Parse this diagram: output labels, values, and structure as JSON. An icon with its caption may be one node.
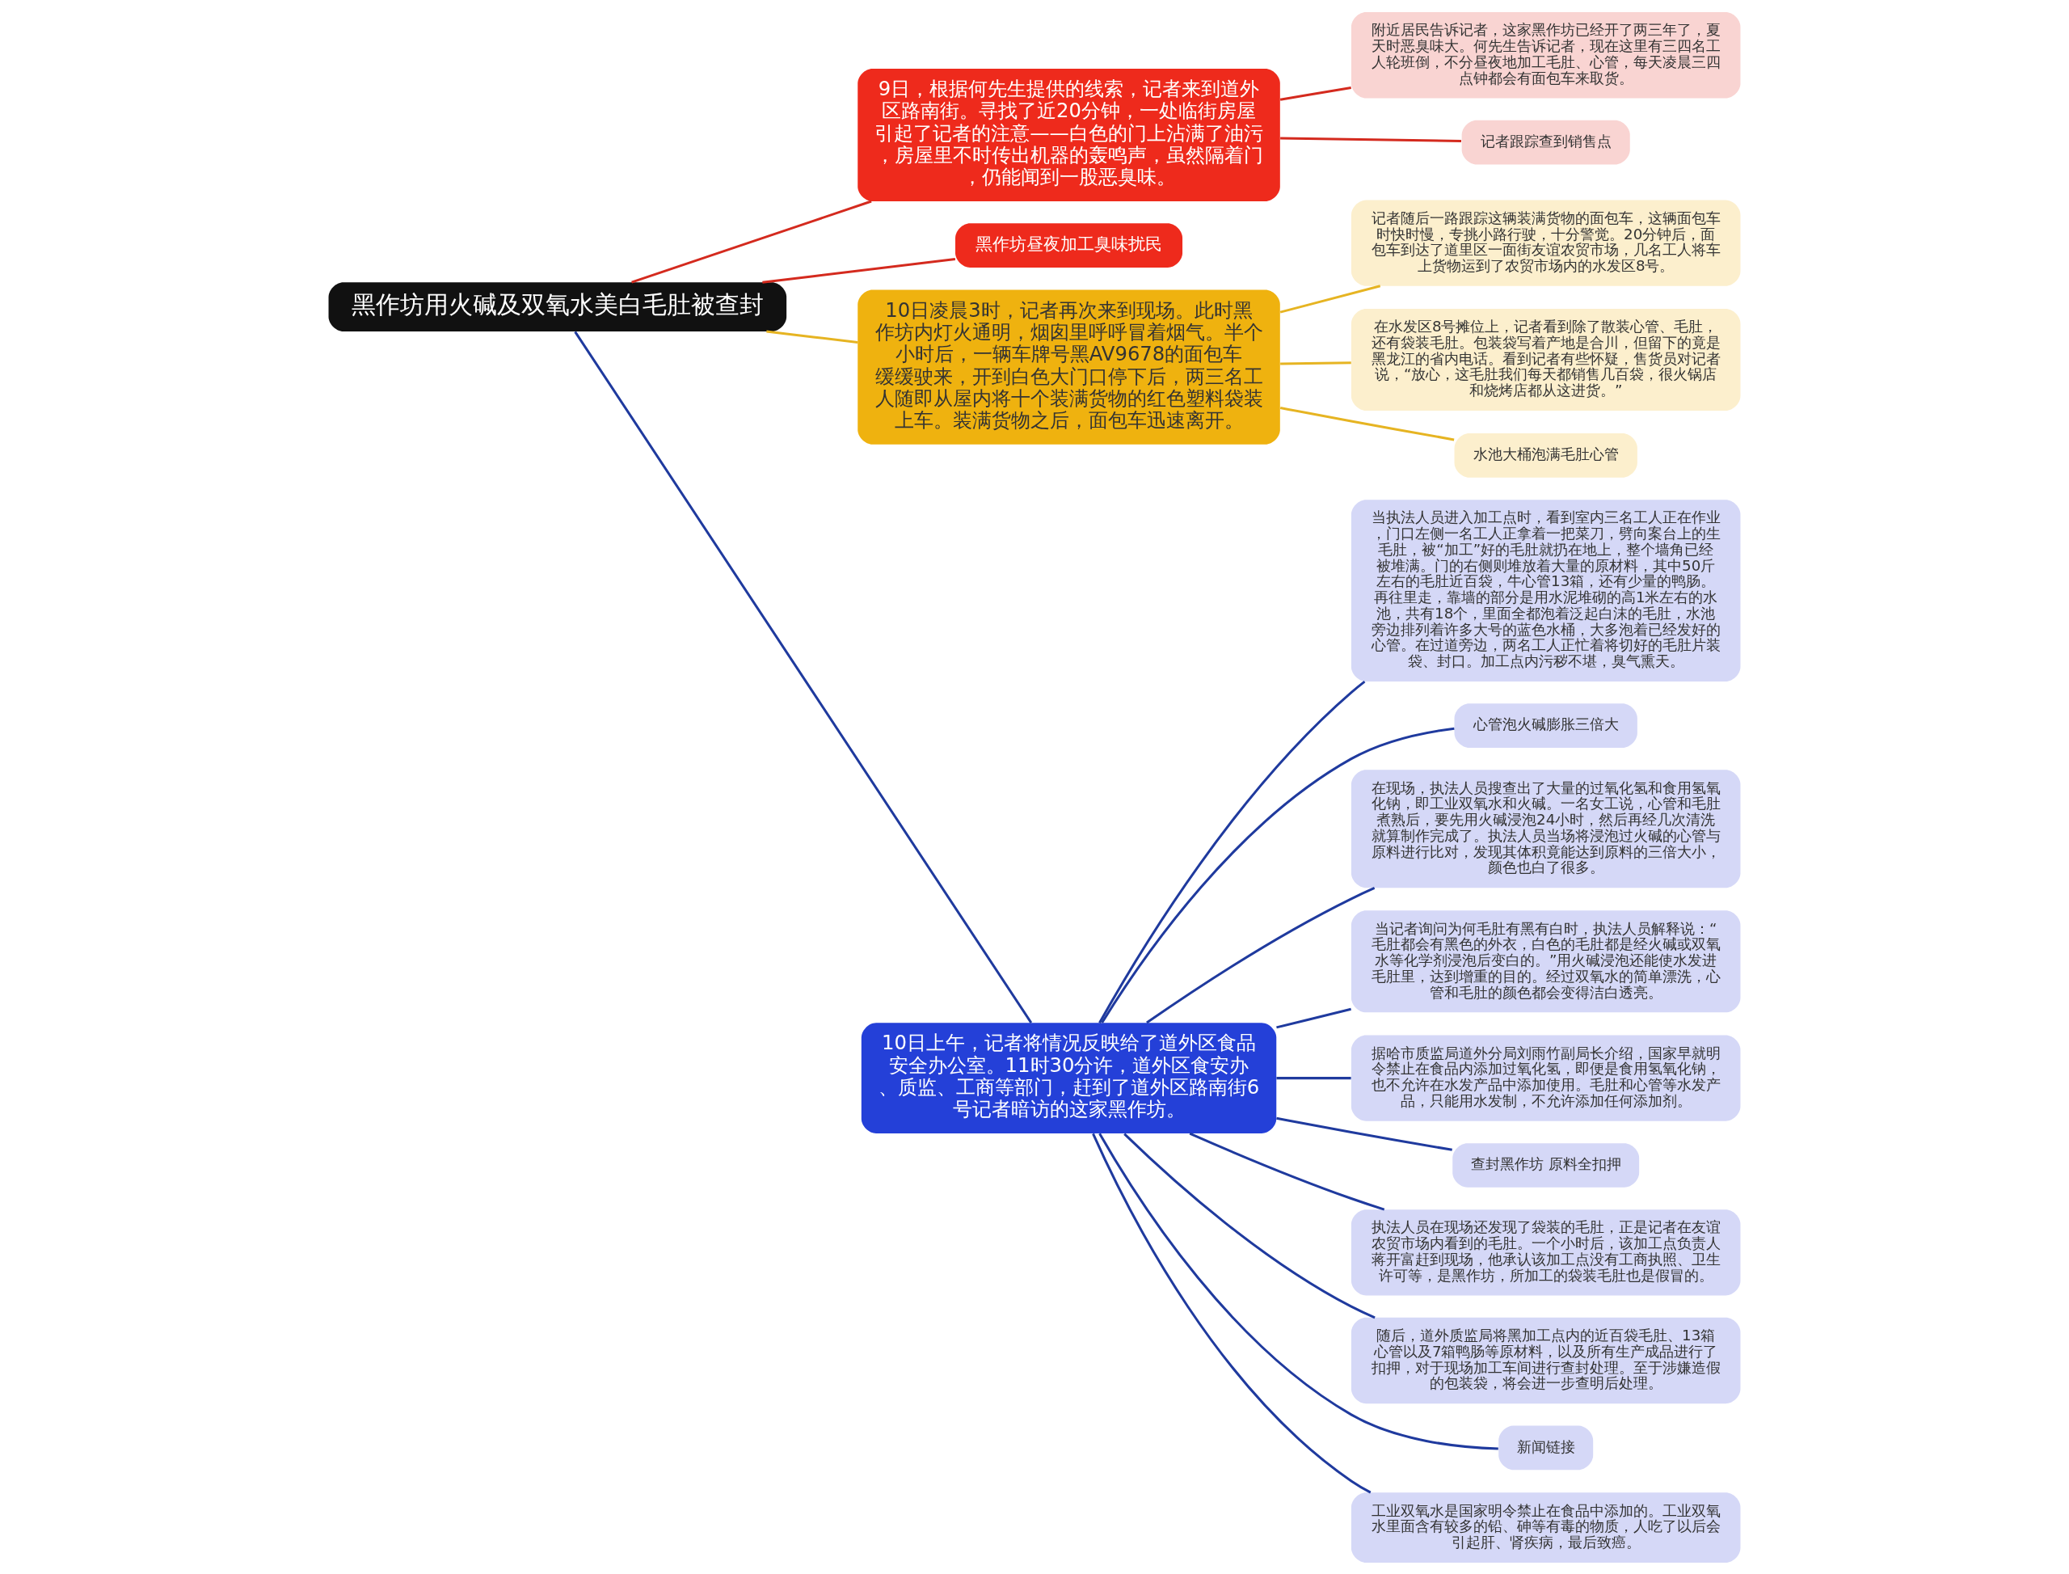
{
  "diagram": {
    "nodes": [
      {
        "text": [
          "黑作坊用火碱及双氧水美白毛肚被查封"
        ]
      },
      {
        "text": [
          "9日，根据何先生提供的线索，记者来到道外区路南街。寻找了近20分钟，一处临街房屋引起了记者的注意——白色的门上沾满了油污，房屋里不时传出机器的轰鸣声，虽然隔着门，仍能闻到一股恶臭味。"
        ]
      },
      {
        "text": [
          "附近居民告诉记者，这家黑作坊已经开了两三年了，夏天时恶臭味大。何先生告诉记者，现在这里有三四名工人轮班倒，不分昼夜地加工毛肚、心管，每天凌晨三四点钟都会有面包车来取货。"
        ]
      },
      {
        "text": [
          "记者跟踪查到销售点"
        ]
      },
      {
        "text": [
          "黑作坊昼夜加工臭味扰民"
        ]
      },
      {
        "text": [
          "10日凌晨3时，记者再次来到现场。此时黑作坊内灯火通明，烟囱里呼呼冒着烟气。半个小时后，一辆车牌号黑AV9678的面包车缓缓驶来，开到白色大门口停下后，两三名工人随即从屋内将十个装满货物的红色塑料袋装上车。装满货物之后，面包车迅速离开。"
        ]
      },
      {
        "text": [
          "记者随后一路跟踪这辆装满货物的面包车，这辆面包车时快时慢，专挑小路行驶，十分警觉。20分钟后，面包车到达了道里区一面街友谊农贸市场，几名工人将车上货物运到了农贸市场内的水发区8号。"
        ]
      },
      {
        "text": [
          "在水发区8号摊位上，记者看到除了散装心管、毛肚，还有袋装毛肚。包装袋写着产地是合川，但留下的竟是黑龙江的省内电话。看到记者有些怀疑，售货员对记者说，“放心，这毛肚我们每天都销售几百袋，很火锅店和烧烤店都从这进货。”"
        ]
      },
      {
        "text": [
          "水池大桶泡满毛肚心管"
        ]
      },
      {
        "text": [
          "10日上午，记者将情况反映给了道外区食品安全办公室。11时30分许，道外区食安办、质监、工商等部门，赶到了道外区路南街6号记者暗访的这家黑作坊。"
        ]
      },
      {
        "text": [
          "当执法人员进入加工点时，看到室内三名工人正在作业，门口左侧一名工人正拿着一把菜刀，劈向案台上的生毛肚，被“加工”好的毛肚就扔在地上，整个墙角已经被堆满。门的右侧则堆放着大量的原材料，其中50斤左右的毛肚近百袋，牛心管13箱，还有少量的鸭肠。再往里走，靠墙的部分是用水泥堆砌的高1米左右的水池，共有18个，里面全都泡着泛起白沫的毛肚，水池旁边排列着许多大号的蓝色水桶，大多泡着已经发好的心管。在过道旁边，两名工人正忙着将切好的毛肚片装袋、封口。加工点内污秽不堪，臭气熏天。"
        ]
      },
      {
        "text": [
          "心管泡火碱膨胀三倍大"
        ]
      },
      {
        "text": [
          "在现场，执法人员搜查出了大量的过氧化氢和食用氢氧化钠，即工业双氧水和火碱。一名女工说，心管和毛肚煮熟后，要先用火碱浸泡24小时，然后再经几次清洗就算制作完成了。执法人员当场将浸泡过火碱的心管与原料进行比对，发现其体积竟能达到原料的三倍大小，颜色也白了很多。"
        ]
      },
      {
        "text": [
          "当记者询问为何毛肚有黑有白时，执法人员解释说：“毛肚都会有黑色的外衣，白色的毛肚都是经火碱或双氧水等化学剂浸泡后变白的。”用火碱浸泡还能使水发进毛肚里，达到增重的目的。经过双氧水的简单漂洗，心管和毛肚的颜色都会变得洁白透亮。"
        ]
      },
      {
        "text": [
          "据哈市质监局道外分局刘雨竹副局长介绍，国家早就明令禁止在食品内添加过氧化氢，即便是食用氢氧化钠，也不允许在水发产品中添加使用。毛肚和心管等水发产品，只能用水发制，不允许添加任何添加剂。"
        ]
      },
      {
        "text": [
          "查封黑作坊 原料全扣押"
        ]
      },
      {
        "text": [
          "执法人员在现场还发现了袋装的毛肚，正是记者在友谊农贸市场内看到的毛肚。一个小时后，该加工点负责人蒋开富赶到现场，他承认该加工点没有工商执照、卫生许可等，是黑作坊，所加工的袋装毛肚也是假冒的。"
        ]
      },
      {
        "text": [
          "随后，道外质监局将黑加工点内的近百袋毛肚、13箱心管以及7箱鸭肠等原材料，以及所有生产成品进行了扣押，对于现场加工车间进行查封处理。至于涉嫌造假的包装袋，将会进一步查明后处理。"
        ]
      },
      {
        "text": [
          "新闻链接"
        ]
      },
      {
        "text": [
          "工业双氧水是国家明令禁止在食品中添加的。工业双氧水里面含有较多的铅、砷等有毒的物质，人吃了以后会引起肝、肾疾病，最后致癌。"
        ]
      }
    ],
    "edges": [
      {
        "from": 0,
        "to": 1,
        "arrow": "none",
        "color": "#d42a1e"
      },
      {
        "from": 1,
        "to": 2,
        "arrow": "none",
        "color": "#d42a1e"
      },
      {
        "from": 1,
        "to": 3,
        "arrow": "none",
        "color": "#d42a1e"
      },
      {
        "from": 0,
        "to": 4,
        "arrow": "none",
        "color": "#d42a1e"
      },
      {
        "from": 0,
        "to": 5,
        "arrow": "none",
        "color": "#e6b422"
      },
      {
        "from": 5,
        "to": 6,
        "arrow": "none",
        "color": "#e6b422"
      },
      {
        "from": 5,
        "to": 7,
        "arrow": "none",
        "color": "#e6b422"
      },
      {
        "from": 5,
        "to": 8,
        "arrow": "none",
        "color": "#e6b422"
      },
      {
        "from": 0,
        "to": 9,
        "arrow": "none"
      },
      {
        "from": 9,
        "to": 10,
        "arrow": "none"
      },
      {
        "from": 9,
        "to": 11,
        "arrow": "none"
      },
      {
        "from": 9,
        "to": 12,
        "arrow": "none"
      },
      {
        "from": 9,
        "to": 13,
        "arrow": "none"
      },
      {
        "from": 9,
        "to": 14,
        "arrow": "none"
      },
      {
        "from": 9,
        "to": 15,
        "arrow": "none"
      },
      {
        "from": 9,
        "to": 16,
        "arrow": "none"
      },
      {
        "from": 9,
        "to": 17,
        "arrow": "none"
      },
      {
        "from": 9,
        "to": 18,
        "arrow": "none"
      },
      {
        "from": 9,
        "to": 19,
        "arrow": "none"
      }
    ]
  }
}
